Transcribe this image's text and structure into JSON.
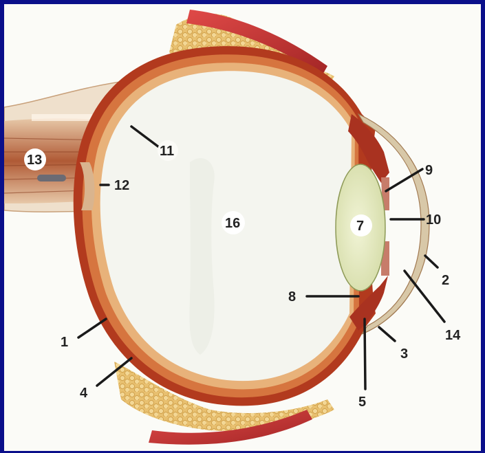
{
  "labels": {
    "l1": "1",
    "l2": "2",
    "l3": "3",
    "l4": "4",
    "l5": "5",
    "l7": "7",
    "l8": "8",
    "l9": "9",
    "l10": "10",
    "l11": "11",
    "l12": "12",
    "l13": "13",
    "l14": "14",
    "l16": "16"
  },
  "colors": {
    "frame": "#0a0f8a",
    "sclera": "#b23a1e",
    "vitreous": "#f4f5ef",
    "lens": "#e6ecc2",
    "fat": "#e2b864",
    "muscle": "#c7403a"
  }
}
